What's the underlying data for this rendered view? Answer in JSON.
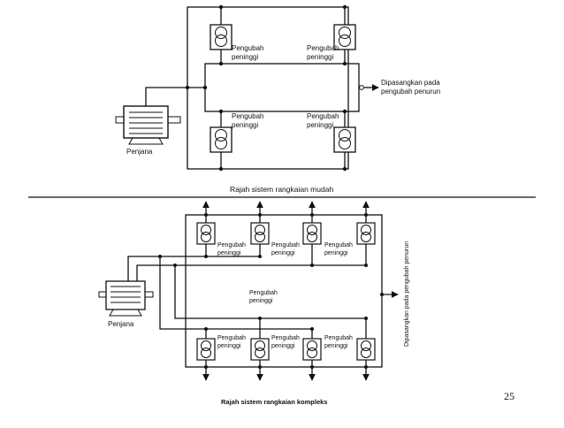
{
  "page_number": "25",
  "diagram_simple": {
    "caption": "Rajah sistem rangkaian mudah",
    "generator_label": "Penjana",
    "transformer_label_top_left": [
      "Pengubah",
      "peninggi"
    ],
    "transformer_label_top_right": [
      "Pengubah",
      "peninggi"
    ],
    "transformer_label_bottom_left": [
      "Pengubah",
      "peninggi"
    ],
    "transformer_label_bottom_right": [
      "Pengubah",
      "peninggi"
    ],
    "output_label": [
      "Dipasangkan pada",
      "pengubah penurun"
    ]
  },
  "diagram_complex": {
    "caption": "Rajah sistem rangkaian kompleks",
    "generator_label": "Penjana",
    "top_labels": [
      [
        "Pengubah",
        "peninggi"
      ],
      [
        "Pengubah",
        "peninggi"
      ],
      [
        "Pengubah",
        "peninggi"
      ]
    ],
    "middle_label": [
      "Pengubah",
      "peninggi"
    ],
    "bottom_labels": [
      [
        "Pengubah",
        "peninggi"
      ],
      [
        "Pengubah",
        "peninggi"
      ],
      [
        "Pengubah",
        "peninggi"
      ]
    ],
    "output_label": "Dipasangkan pada pengubah penurun"
  },
  "colors": {
    "line": "#111111",
    "background": "#ffffff"
  },
  "icons": [
    "transformer-symbol",
    "generator-symbol",
    "arrow-symbol"
  ]
}
